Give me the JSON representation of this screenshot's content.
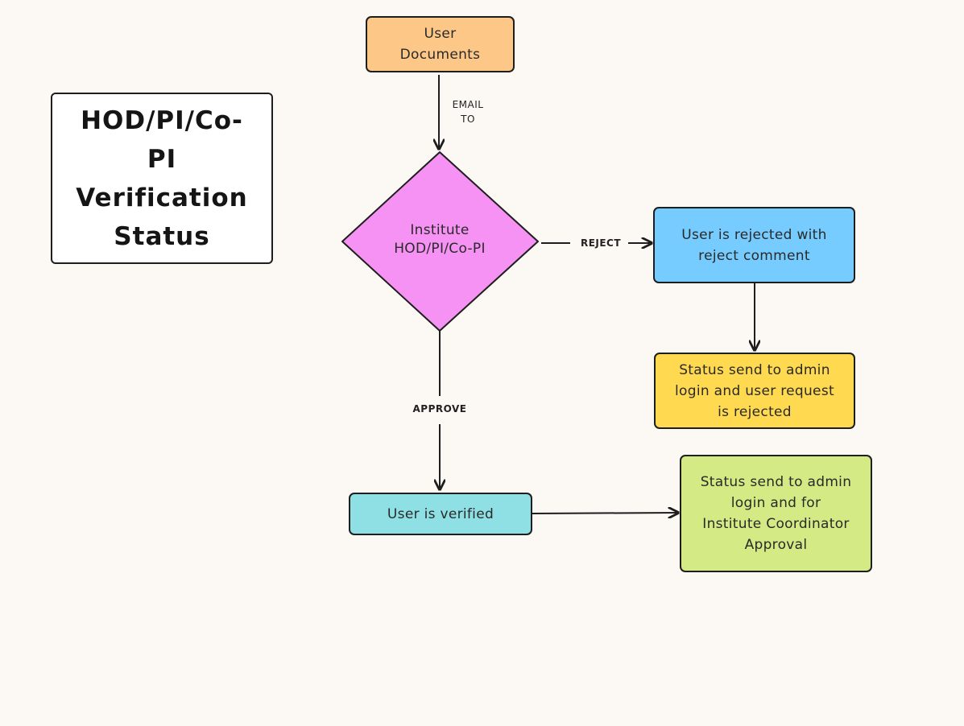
{
  "diagram": {
    "title": "HOD/PI/Co-PI Verification Status",
    "title_lines": [
      "HOD/PI/Co-",
      "PI",
      "Verification",
      "Status"
    ],
    "nodes": {
      "user_documents": {
        "lines": [
          "User",
          "Documents"
        ],
        "color": "#fdc887"
      },
      "institute_decision": {
        "lines": [
          "Institute",
          "HOD/PI/Co-PI"
        ],
        "color": "#f592f3",
        "shape": "diamond"
      },
      "user_rejected": {
        "lines": [
          "User is rejected with",
          "reject comment"
        ],
        "color": "#77ccff"
      },
      "status_rejected": {
        "lines": [
          "Status send to admin",
          "login and user request",
          "is rejected"
        ],
        "color": "#ffd94f"
      },
      "user_verified": {
        "lines": [
          "User is verified"
        ],
        "color": "#8ee0e4"
      },
      "status_approved": {
        "lines": [
          "Status send to admin",
          "login and for",
          "Institute Coordinator",
          "Approval"
        ],
        "color": "#d4ea84"
      }
    },
    "edges": {
      "email": {
        "from": "user_documents",
        "to": "institute_decision",
        "lines": [
          "EMAIL",
          "TO"
        ]
      },
      "reject": {
        "from": "institute_decision",
        "to": "user_rejected",
        "label": "REJECT"
      },
      "approve": {
        "from": "institute_decision",
        "to": "user_verified",
        "label": "APPROVE"
      },
      "rejected_to_status": {
        "from": "user_rejected",
        "to": "status_rejected"
      },
      "verified_to_status": {
        "from": "user_verified",
        "to": "status_approved"
      }
    }
  }
}
